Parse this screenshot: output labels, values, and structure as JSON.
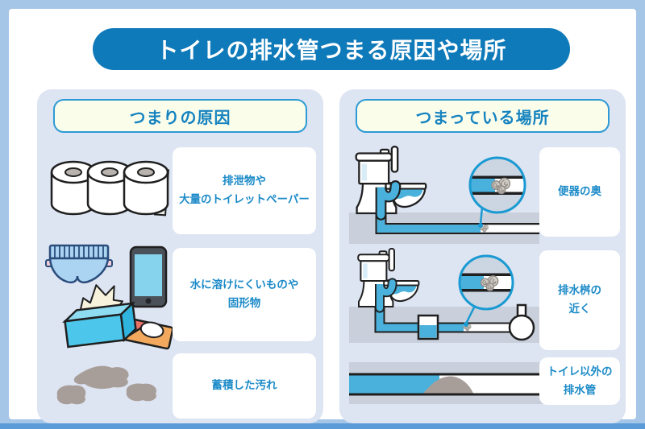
{
  "title": "トイレの排水管つまる原因や場所",
  "colors": {
    "outer_border": "#a6c6e8",
    "bottom_accent": "#5b9bd8",
    "card_bg": "#ffffff",
    "title_bg": "#0f7ab9",
    "title_text": "#ffffff",
    "panel_bg": "#dde4f2",
    "header_bg": "#fbfdeb",
    "header_border": "#2d9ad5",
    "blue_text": "#1b8ac8",
    "water_blue": "#49b1dc",
    "ground_gray": "#c9d0db",
    "dirt_gray": "#a89e99",
    "magnifier_ring": "#1a9ad2"
  },
  "left_panel": {
    "header": "つまりの原因",
    "items": [
      {
        "icon": "toilet-paper-rolls-icon",
        "label": "排泄物や\n大量のトイレットペーパー"
      },
      {
        "icon": "diaper-phone-tissue-icon",
        "label": "水に溶けにくいものや\n固形物"
      },
      {
        "icon": "dirt-stains-icon",
        "label": "蓄積した汚れ"
      }
    ]
  },
  "right_panel": {
    "header": "つまっている場所",
    "items": [
      {
        "icon": "toilet-pipe-clog-icon",
        "label": "便器の奥"
      },
      {
        "icon": "toilet-drain-basin-clog-icon",
        "label": "排水桝の\n近く"
      },
      {
        "icon": "pipe-sediment-icon",
        "label": "トイレ以外の\n排水管"
      }
    ]
  }
}
